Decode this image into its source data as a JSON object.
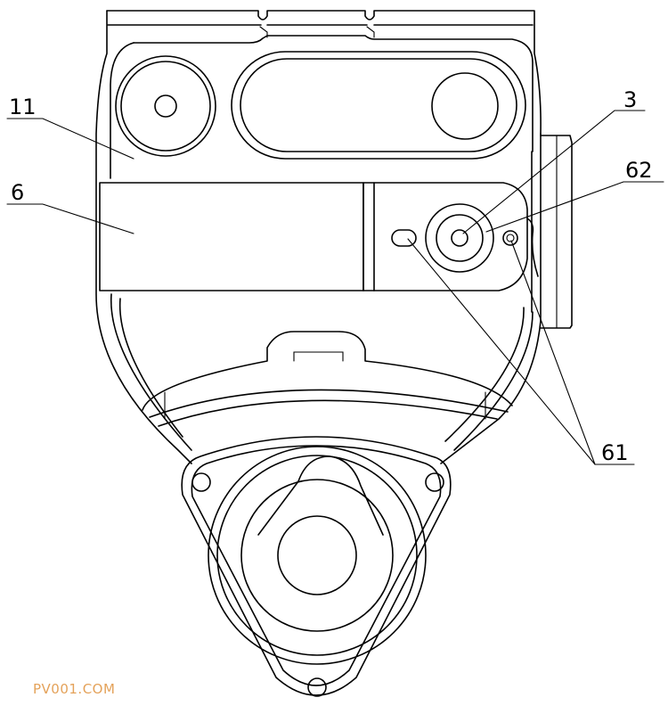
{
  "callouts": [
    {
      "id": "11",
      "label": "11"
    },
    {
      "id": "6",
      "label": "6"
    },
    {
      "id": "3",
      "label": "3"
    },
    {
      "id": "62",
      "label": "62"
    },
    {
      "id": "61",
      "label": "61"
    }
  ],
  "watermark": {
    "text": "PV001.COM",
    "color": "#e4a25a"
  }
}
